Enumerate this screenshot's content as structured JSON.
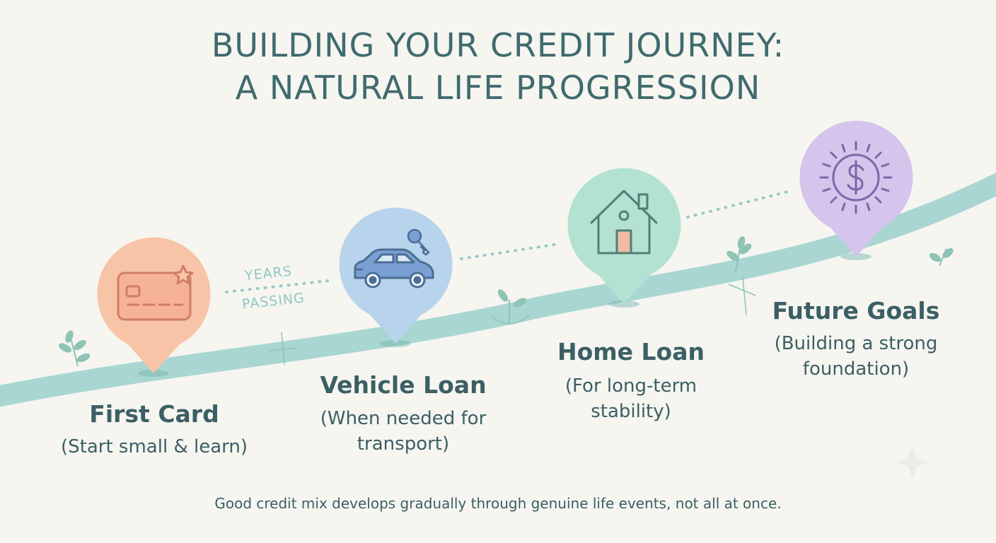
{
  "title": {
    "line1": "BUILDING YOUR CREDIT JOURNEY:",
    "line2": "A NATURAL LIFE PROGRESSION"
  },
  "connector_label": {
    "line1": "YEARS",
    "line2": "PASSING"
  },
  "steps": [
    {
      "title": "First Card",
      "desc_lines": [
        "(Start small & learn)"
      ],
      "icon": "credit-card-icon",
      "color": "#f8c4a8"
    },
    {
      "title": "Vehicle Loan",
      "desc_lines": [
        "(When needed for",
        "transport)"
      ],
      "icon": "car-icon",
      "color": "#b8d4ec"
    },
    {
      "title": "Home Loan",
      "desc_lines": [
        "(For long-term",
        "stability)"
      ],
      "icon": "house-icon",
      "color": "#b4e2d2"
    },
    {
      "title": "Future Goals",
      "desc_lines": [
        "(Building a strong",
        "foundation)"
      ],
      "icon": "dollar-sun-icon",
      "color": "#d5c4ec"
    }
  ],
  "footer": "Good credit mix develops gradually through genuine life events, not all at once.",
  "colors": {
    "path": "#a9d6d2",
    "title": "#3f6b6e",
    "text": "#3b5f64",
    "background": "#f6f5f0"
  }
}
